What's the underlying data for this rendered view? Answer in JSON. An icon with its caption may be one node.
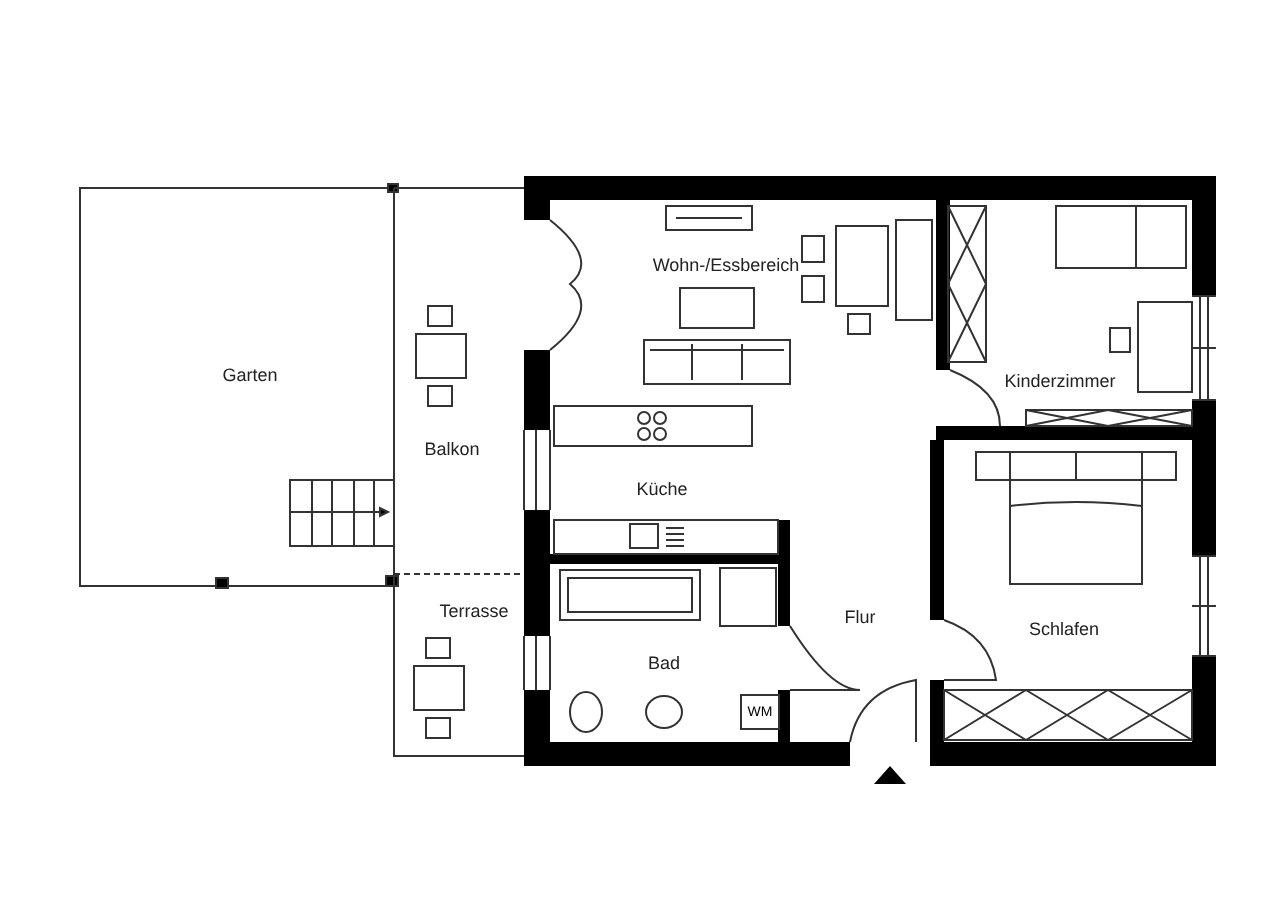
{
  "diagram": {
    "nodes": [
      {
        "text": [
          "Garten"
        ]
      },
      {
        "text": [
          "Balkon"
        ]
      },
      {
        "text": [
          "Terrasse"
        ]
      },
      {
        "text": [
          "Wohn-/Essbereich"
        ]
      },
      {
        "text": [
          "Kinderzimmer"
        ]
      },
      {
        "text": [
          "Küche"
        ]
      },
      {
        "text": [
          "Flur"
        ]
      },
      {
        "text": [
          "Schlafen"
        ]
      },
      {
        "text": [
          "Bad"
        ]
      },
      {
        "text": [
          "WM"
        ]
      }
    ]
  }
}
